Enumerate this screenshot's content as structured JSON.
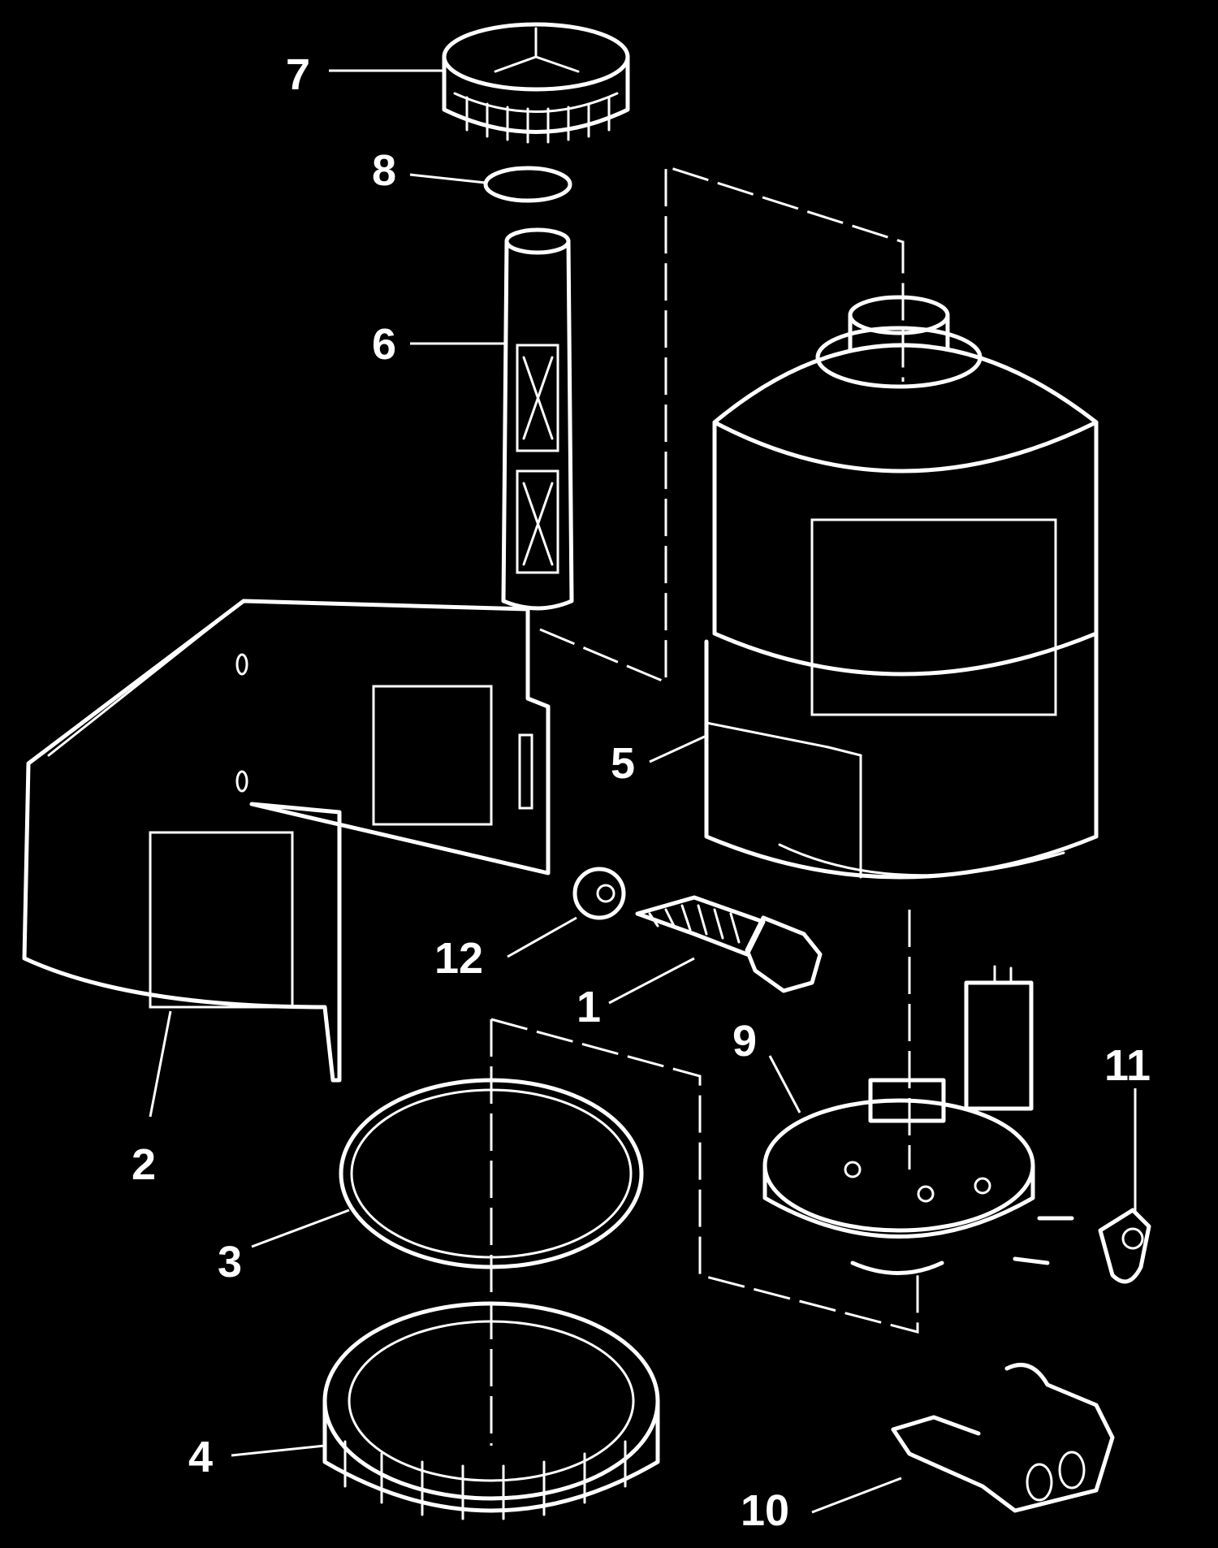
{
  "diagram": {
    "callouts": [
      {
        "id": "1",
        "text": "1"
      },
      {
        "id": "2",
        "text": "2"
      },
      {
        "id": "3",
        "text": "3"
      },
      {
        "id": "4",
        "text": "4"
      },
      {
        "id": "5",
        "text": "5"
      },
      {
        "id": "6",
        "text": "6"
      },
      {
        "id": "7",
        "text": "7"
      },
      {
        "id": "8",
        "text": "8"
      },
      {
        "id": "9",
        "text": "9"
      },
      {
        "id": "10",
        "text": "10"
      },
      {
        "id": "11",
        "text": "11"
      },
      {
        "id": "12",
        "text": "12"
      }
    ]
  },
  "colors": {
    "background": "#000000",
    "line": "#ffffff"
  }
}
